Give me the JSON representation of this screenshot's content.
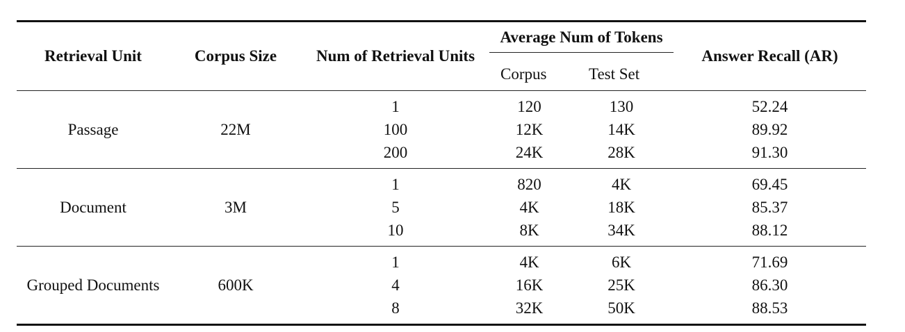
{
  "table": {
    "headers": {
      "retrieval_unit": "Retrieval Unit",
      "corpus_size": "Corpus Size",
      "num_units": "Num of Retrieval Units",
      "avg_tokens": "Average Num of Tokens",
      "avg_corpus": "Corpus",
      "avg_test": "Test Set",
      "answer_recall": "Answer Recall (AR)"
    },
    "groups": [
      {
        "unit": "Passage",
        "corpus_size": "22M",
        "rows": [
          {
            "num": "1",
            "corpus": "120",
            "test": "130",
            "ar": "52.24"
          },
          {
            "num": "100",
            "corpus": "12K",
            "test": "14K",
            "ar": "89.92"
          },
          {
            "num": "200",
            "corpus": "24K",
            "test": "28K",
            "ar": "91.30"
          }
        ]
      },
      {
        "unit": "Document",
        "corpus_size": "3M",
        "rows": [
          {
            "num": "1",
            "corpus": "820",
            "test": "4K",
            "ar": "69.45"
          },
          {
            "num": "5",
            "corpus": "4K",
            "test": "18K",
            "ar": "85.37"
          },
          {
            "num": "10",
            "corpus": "8K",
            "test": "34K",
            "ar": "88.12"
          }
        ]
      },
      {
        "unit": "Grouped Documents",
        "corpus_size": "600K",
        "rows": [
          {
            "num": "1",
            "corpus": "4K",
            "test": "6K",
            "ar": "71.69"
          },
          {
            "num": "4",
            "corpus": "16K",
            "test": "25K",
            "ar": "86.30"
          },
          {
            "num": "8",
            "corpus": "32K",
            "test": "50K",
            "ar": "88.53"
          }
        ]
      }
    ]
  }
}
